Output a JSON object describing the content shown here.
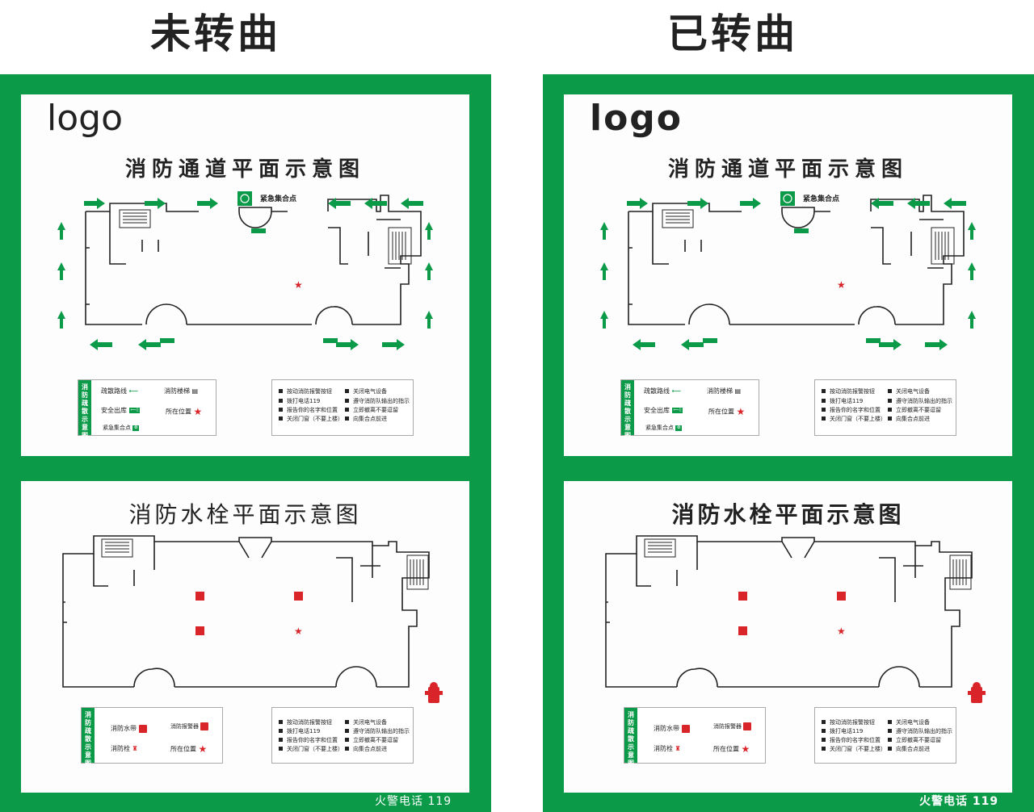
{
  "headings": {
    "left": "未转曲",
    "right": "已转曲"
  },
  "boards": [
    {
      "logo": "logo",
      "evac_title": "消防通道平面示意图",
      "gather_label": "紧急集合点",
      "evac_legend": {
        "tab": [
          "消",
          "防",
          "疏",
          "散",
          "示",
          "意",
          "图"
        ],
        "route": "疏散路线",
        "exit": "安全出库",
        "gather": "紧急集合点",
        "stairs": "消防楼梯",
        "location": "所在位置"
      },
      "steps": [
        "按动消防报警按钮",
        "拨打电话119",
        "报告你的名字和位置",
        "关闭门窗（不要上楼）",
        "关闭电气设备",
        "遵守消防队输出的指示",
        "立即撤离不要逗留",
        "向集合点前进"
      ],
      "hydrant_title": "消防水栓平面示意图",
      "hydrant_legend": {
        "tab": [
          "消",
          "防",
          "疏",
          "散",
          "示",
          "意",
          "图"
        ],
        "hose": "消防水带",
        "hydrant": "消防栓",
        "alarm": "消防报警器",
        "location": "所在位置"
      },
      "hotline": "火警电话 119"
    },
    {
      "logo": "logo",
      "evac_title": "消防通道平面示意图",
      "gather_label": "紧急集合点",
      "evac_legend": {
        "tab": [
          "消",
          "防",
          "疏",
          "散",
          "示",
          "意",
          "图"
        ],
        "route": "疏散路线",
        "exit": "安全出库",
        "gather": "紧急集合点",
        "stairs": "消防楼梯",
        "location": "所在位置"
      },
      "steps": [
        "按动消防报警按钮",
        "拨打电话119",
        "报告你的名字和位置",
        "关闭门窗（不要上楼）",
        "关闭电气设备",
        "遵守消防队输出的指示",
        "立即撤离不要逗留",
        "向集合点前进"
      ],
      "hydrant_title": "消防水栓平面示意图",
      "hydrant_legend": {
        "tab": [
          "消",
          "防",
          "疏",
          "散",
          "示",
          "意",
          "图"
        ],
        "hose": "消防水带",
        "hydrant": "消防栓",
        "alarm": "消防报警器",
        "location": "所在位置"
      },
      "hotline": "火警电话 119"
    }
  ],
  "colors": {
    "green": "#0a9a48",
    "red": "#d9252a",
    "ink": "#222222"
  },
  "icons": [
    "arrow-left-icon",
    "arrow-right-icon",
    "arrow-up-icon",
    "stairs-icon",
    "exit-sign-icon",
    "assembly-point-icon",
    "star-icon",
    "fire-hydrant-icon",
    "fire-hose-icon",
    "alarm-icon"
  ]
}
